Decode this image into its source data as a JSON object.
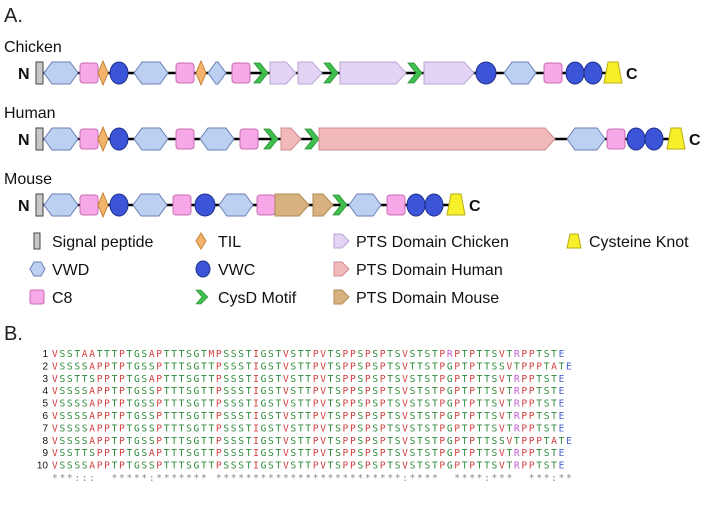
{
  "panelA": {
    "label": "A.",
    "tracks": [
      {
        "species": "Chicken",
        "n": "N",
        "c": "C",
        "domains": [
          "SP",
          "VWD",
          "C8",
          "TIL",
          "VWC",
          "VWD",
          "C8",
          "TIL",
          "VWD",
          "C8",
          "CYS",
          "PTSC",
          "PTSC",
          "CYS",
          "PTSC",
          "CYS",
          "PTSC",
          "VWC",
          "VWD",
          "C8",
          "VWC",
          "VWC",
          "CK"
        ]
      },
      {
        "species": "Human",
        "n": "N",
        "c": "C",
        "domains": [
          "SP",
          "VWD",
          "C8",
          "TIL",
          "VWC",
          "VWD",
          "C8",
          "VWD",
          "C8",
          "CYS",
          "PTSH",
          "CYS",
          "PTSH",
          "VWD",
          "C8",
          "VWC",
          "VWC",
          "CK"
        ]
      },
      {
        "species": "Mouse",
        "n": "N",
        "c": "C",
        "domains": [
          "SP",
          "VWD",
          "C8",
          "TIL",
          "VWC",
          "VWD",
          "C8",
          "VWC",
          "VWD",
          "C8",
          "PTSM",
          "PTSM",
          "CYS",
          "VWD",
          "C8",
          "VWC",
          "VWC",
          "CK"
        ]
      }
    ],
    "legend": [
      {
        "key": "SP",
        "label": "Signal peptide"
      },
      {
        "key": "TIL",
        "label": "TIL"
      },
      {
        "key": "PTSC",
        "label": "PTS Domain Chicken"
      },
      {
        "key": "CK",
        "label": "Cysteine Knot"
      },
      {
        "key": "VWD",
        "label": "VWD"
      },
      {
        "key": "VWC",
        "label": "VWC"
      },
      {
        "key": "PTSH",
        "label": "PTS Domain Human"
      },
      {
        "key": "C8",
        "label": "C8"
      },
      {
        "key": "CYS",
        "label": "CysD Motif"
      },
      {
        "key": "PTSM",
        "label": "PTS Domain Mouse"
      }
    ],
    "colors": {
      "SP": "#c8c8c8",
      "VWD": "#bcd0f2",
      "C8": "#f7a8e6",
      "TIL": "#f3b36a",
      "VWC": "#3c55d8",
      "CYS": "#3fbf4e",
      "PTSC": "#e3d3f4",
      "PTSH": "#f2b9ba",
      "PTSM": "#d8b27e",
      "CK": "#f7ef2a"
    }
  },
  "panelB": {
    "label": "B.",
    "sequences": [
      {
        "num": "1",
        "seq": "VSSTAATTTPTGSAPTTTSGTMPSSSTIGSTVSTTPVTSPPSPSPTSVSTSTPRPTPTTSVTRPPTSTE"
      },
      {
        "num": "2",
        "seq": "VSSSSAPPTPTGSSPTTTSGTTPSSSTIGSTVSTTPVTSPPSPSPTSVTTSTPGPTPTTSSVTPPPTATE"
      },
      {
        "num": "3",
        "seq": "VSSTTSPPTPTGSAPTTTSGTTPSSSTIGSTVSTTPVTSPPSPSPTSVSTSTPGPTPTTSVTRPPTSTE"
      },
      {
        "num": "4",
        "seq": "VSSSSAPPTPTGSSPTTTSGTTPSSSTIGSTVSTTPVTSPPSPSPTSVSTSTPGPTPTTSVTRPPTSTE"
      },
      {
        "num": "5",
        "seq": "VSSSSAPPTPTGSSPTTTSGTTPSSSTIGSTVSTTPVTSPPSPSPTSVSTSTPGPTPTTSVTRPPTSTE"
      },
      {
        "num": "6",
        "seq": "VSSSSAPPTPTGSSPTTTSGTTPSSSTIGSTVSTTPVTSPPSPSPTSVSTSTPGPTPTTSVTRPPTSTE"
      },
      {
        "num": "7",
        "seq": "VSSSSAPPTPTGSSPTTTSGTTPSSSTIGSTVSTTPVTSPPSPSPTSVSTSTPGPTPTTSVTRPPTSTE"
      },
      {
        "num": "8",
        "seq": "VSSSSAPPTPTGSSPTTTSGTTPSSSTIGSTVSTTPVTSPPSPSPTSVSTSTPGPTPTTSSVTPPPTATE"
      },
      {
        "num": "9",
        "seq": "VSSTTSPPTPTGSAPTTTSGTTPSSSTIGSTVSTTPVTSPPSPSPTSVSTSTPGPTPTTSVTRPPTSTE"
      },
      {
        "num": "10",
        "seq": "VSSSSAPPTPTGSSPTTTSGTTPSSSTIGSTVSTTPVTSPPSPSPTSVSTSTPGPTPTTSVTRPPTSTE"
      }
    ],
    "consensus": "***:::  *****:******* *************************:****  ****:***  ***:**",
    "residue_colors": {
      "V": "#d23c3c",
      "A": "#d23c3c",
      "M": "#d23c3c",
      "I": "#d23c3c",
      "S": "#2e8b3a",
      "T": "#2e8b3a",
      "G": "#2e8b3a",
      "P": "#d23c3c",
      "R": "#c05ad0",
      "E": "#4b5fd0"
    }
  }
}
